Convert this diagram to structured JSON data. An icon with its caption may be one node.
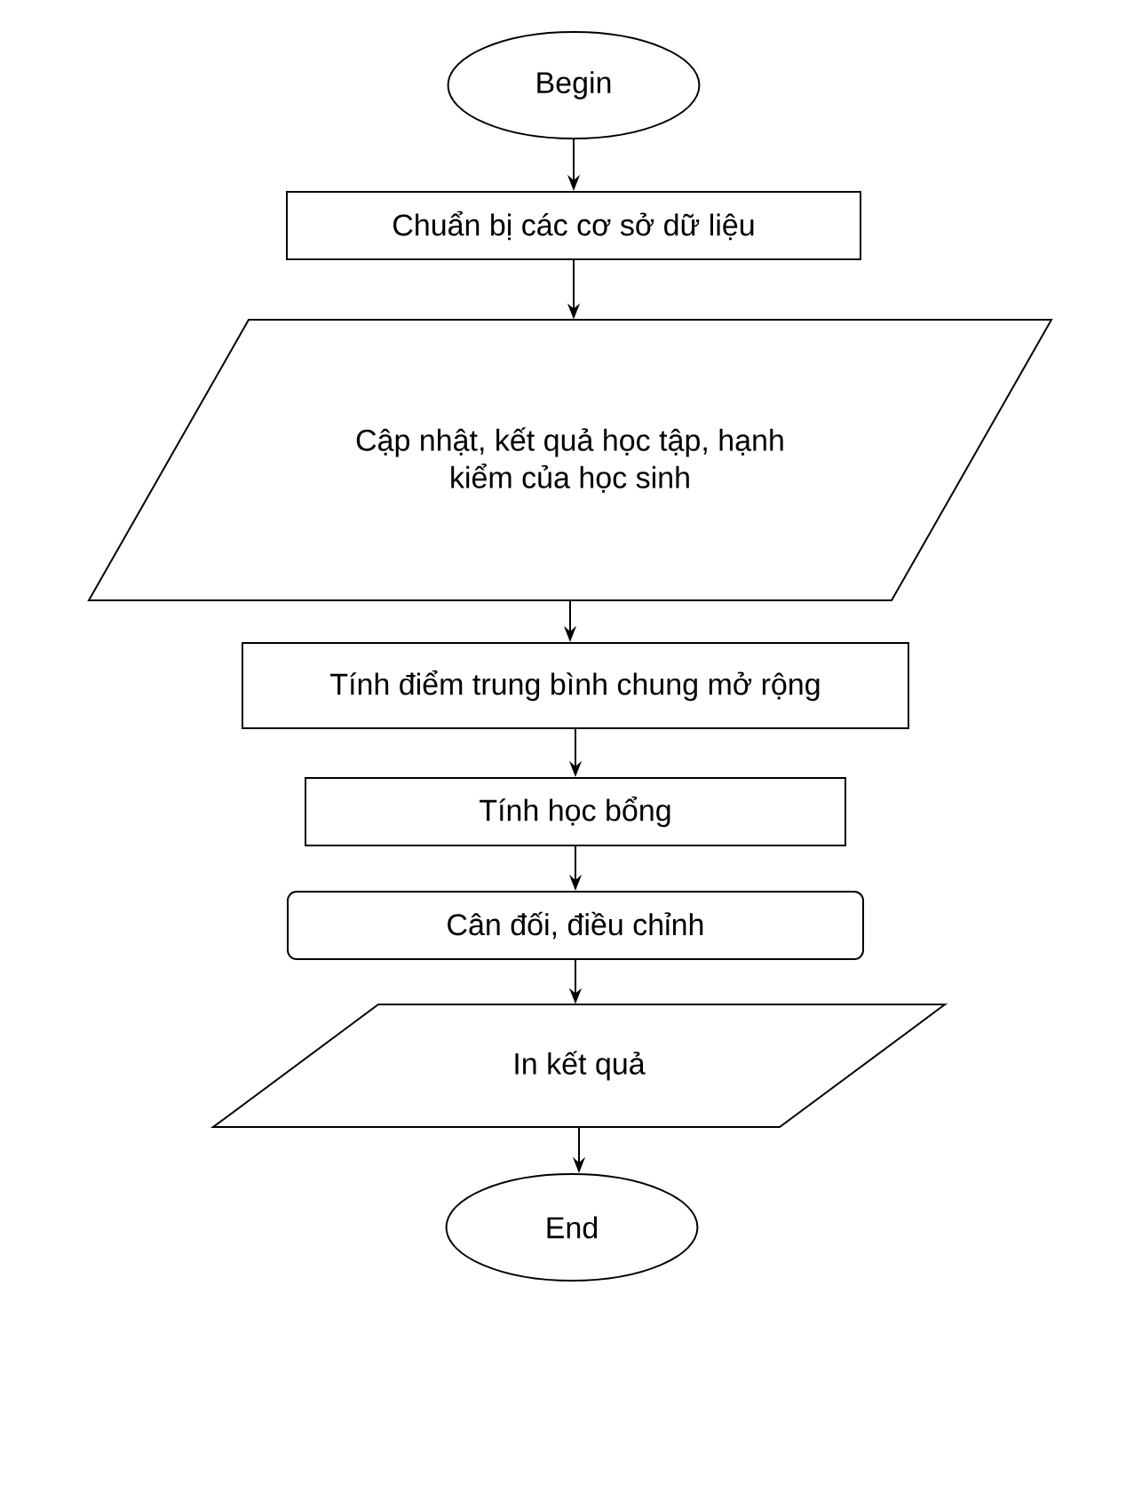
{
  "diagram": {
    "nodes": [
      {
        "text": [
          "Begin"
        ]
      },
      {
        "text": [
          "Chuẩn bị các cơ sở dữ liệu"
        ]
      },
      {
        "text": [
          "Cập nhật, kết quả học tập, hạnh kiểm của học sinh"
        ]
      },
      {
        "text": [
          "Tính điểm trung bình chung mở rộng"
        ]
      },
      {
        "text": [
          "Tính học bổng"
        ]
      },
      {
        "text": [
          "Cân đối, điều chỉnh"
        ]
      },
      {
        "text": [
          "In kết quả"
        ]
      },
      {
        "text": [
          "End"
        ]
      }
    ],
    "edges": [
      {
        "from": 0,
        "to": 1,
        "arrow": "to"
      },
      {
        "from": 1,
        "to": 2,
        "arrow": "to"
      },
      {
        "from": 2,
        "to": 3,
        "arrow": "to"
      },
      {
        "from": 3,
        "to": 4,
        "arrow": "to"
      },
      {
        "from": 4,
        "to": 5,
        "arrow": "to"
      },
      {
        "from": 5,
        "to": 6,
        "arrow": "to"
      },
      {
        "from": 6,
        "to": 7,
        "arrow": "to"
      }
    ]
  }
}
